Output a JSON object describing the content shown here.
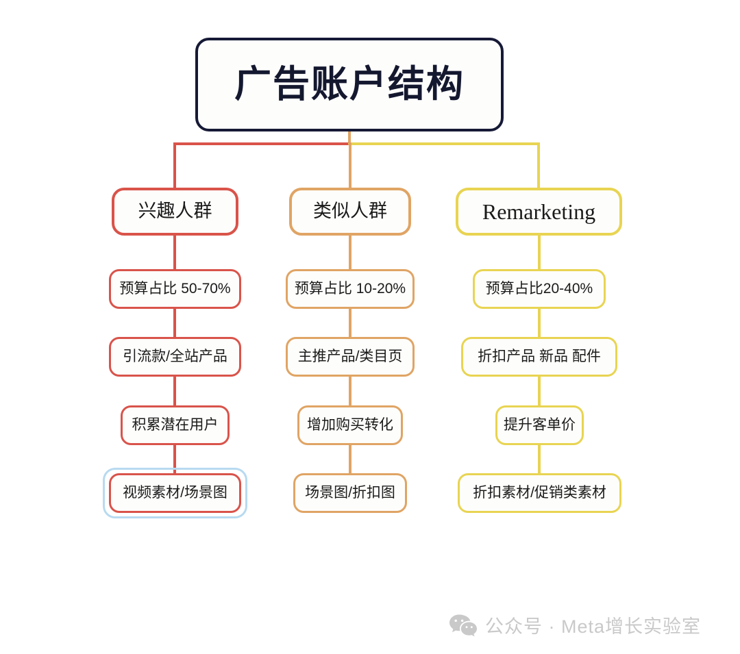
{
  "diagram": {
    "title": "广告账户结构",
    "columns": [
      {
        "key": "interest",
        "header": "兴趣人群",
        "color": "#d9534a",
        "cells": [
          "预算占比 50-70%",
          "引流款/全站产品",
          "积累潜在用户",
          "视频素材/场景图"
        ],
        "selected_cell_index": 3
      },
      {
        "key": "lookalike",
        "header": "类似人群",
        "color": "#e0a464",
        "cells": [
          "预算占比 10-20%",
          "主推产品/类目页",
          "增加购买转化",
          "场景图/折扣图"
        ],
        "selected_cell_index": -1
      },
      {
        "key": "remarketing",
        "header": "Remarketing",
        "color": "#e8d452",
        "cells": [
          "预算占比20-40%",
          "折扣产品 新品 配件",
          "提升客单价",
          "折扣素材/促销类素材"
        ],
        "selected_cell_index": -1
      }
    ],
    "title_border_color": "#161a36",
    "selection_color": "#b7daf0"
  },
  "watermark": {
    "icon": "wechat-icon",
    "text": "公众号 · Meta增长实验室",
    "color": "#c9c9c9"
  }
}
